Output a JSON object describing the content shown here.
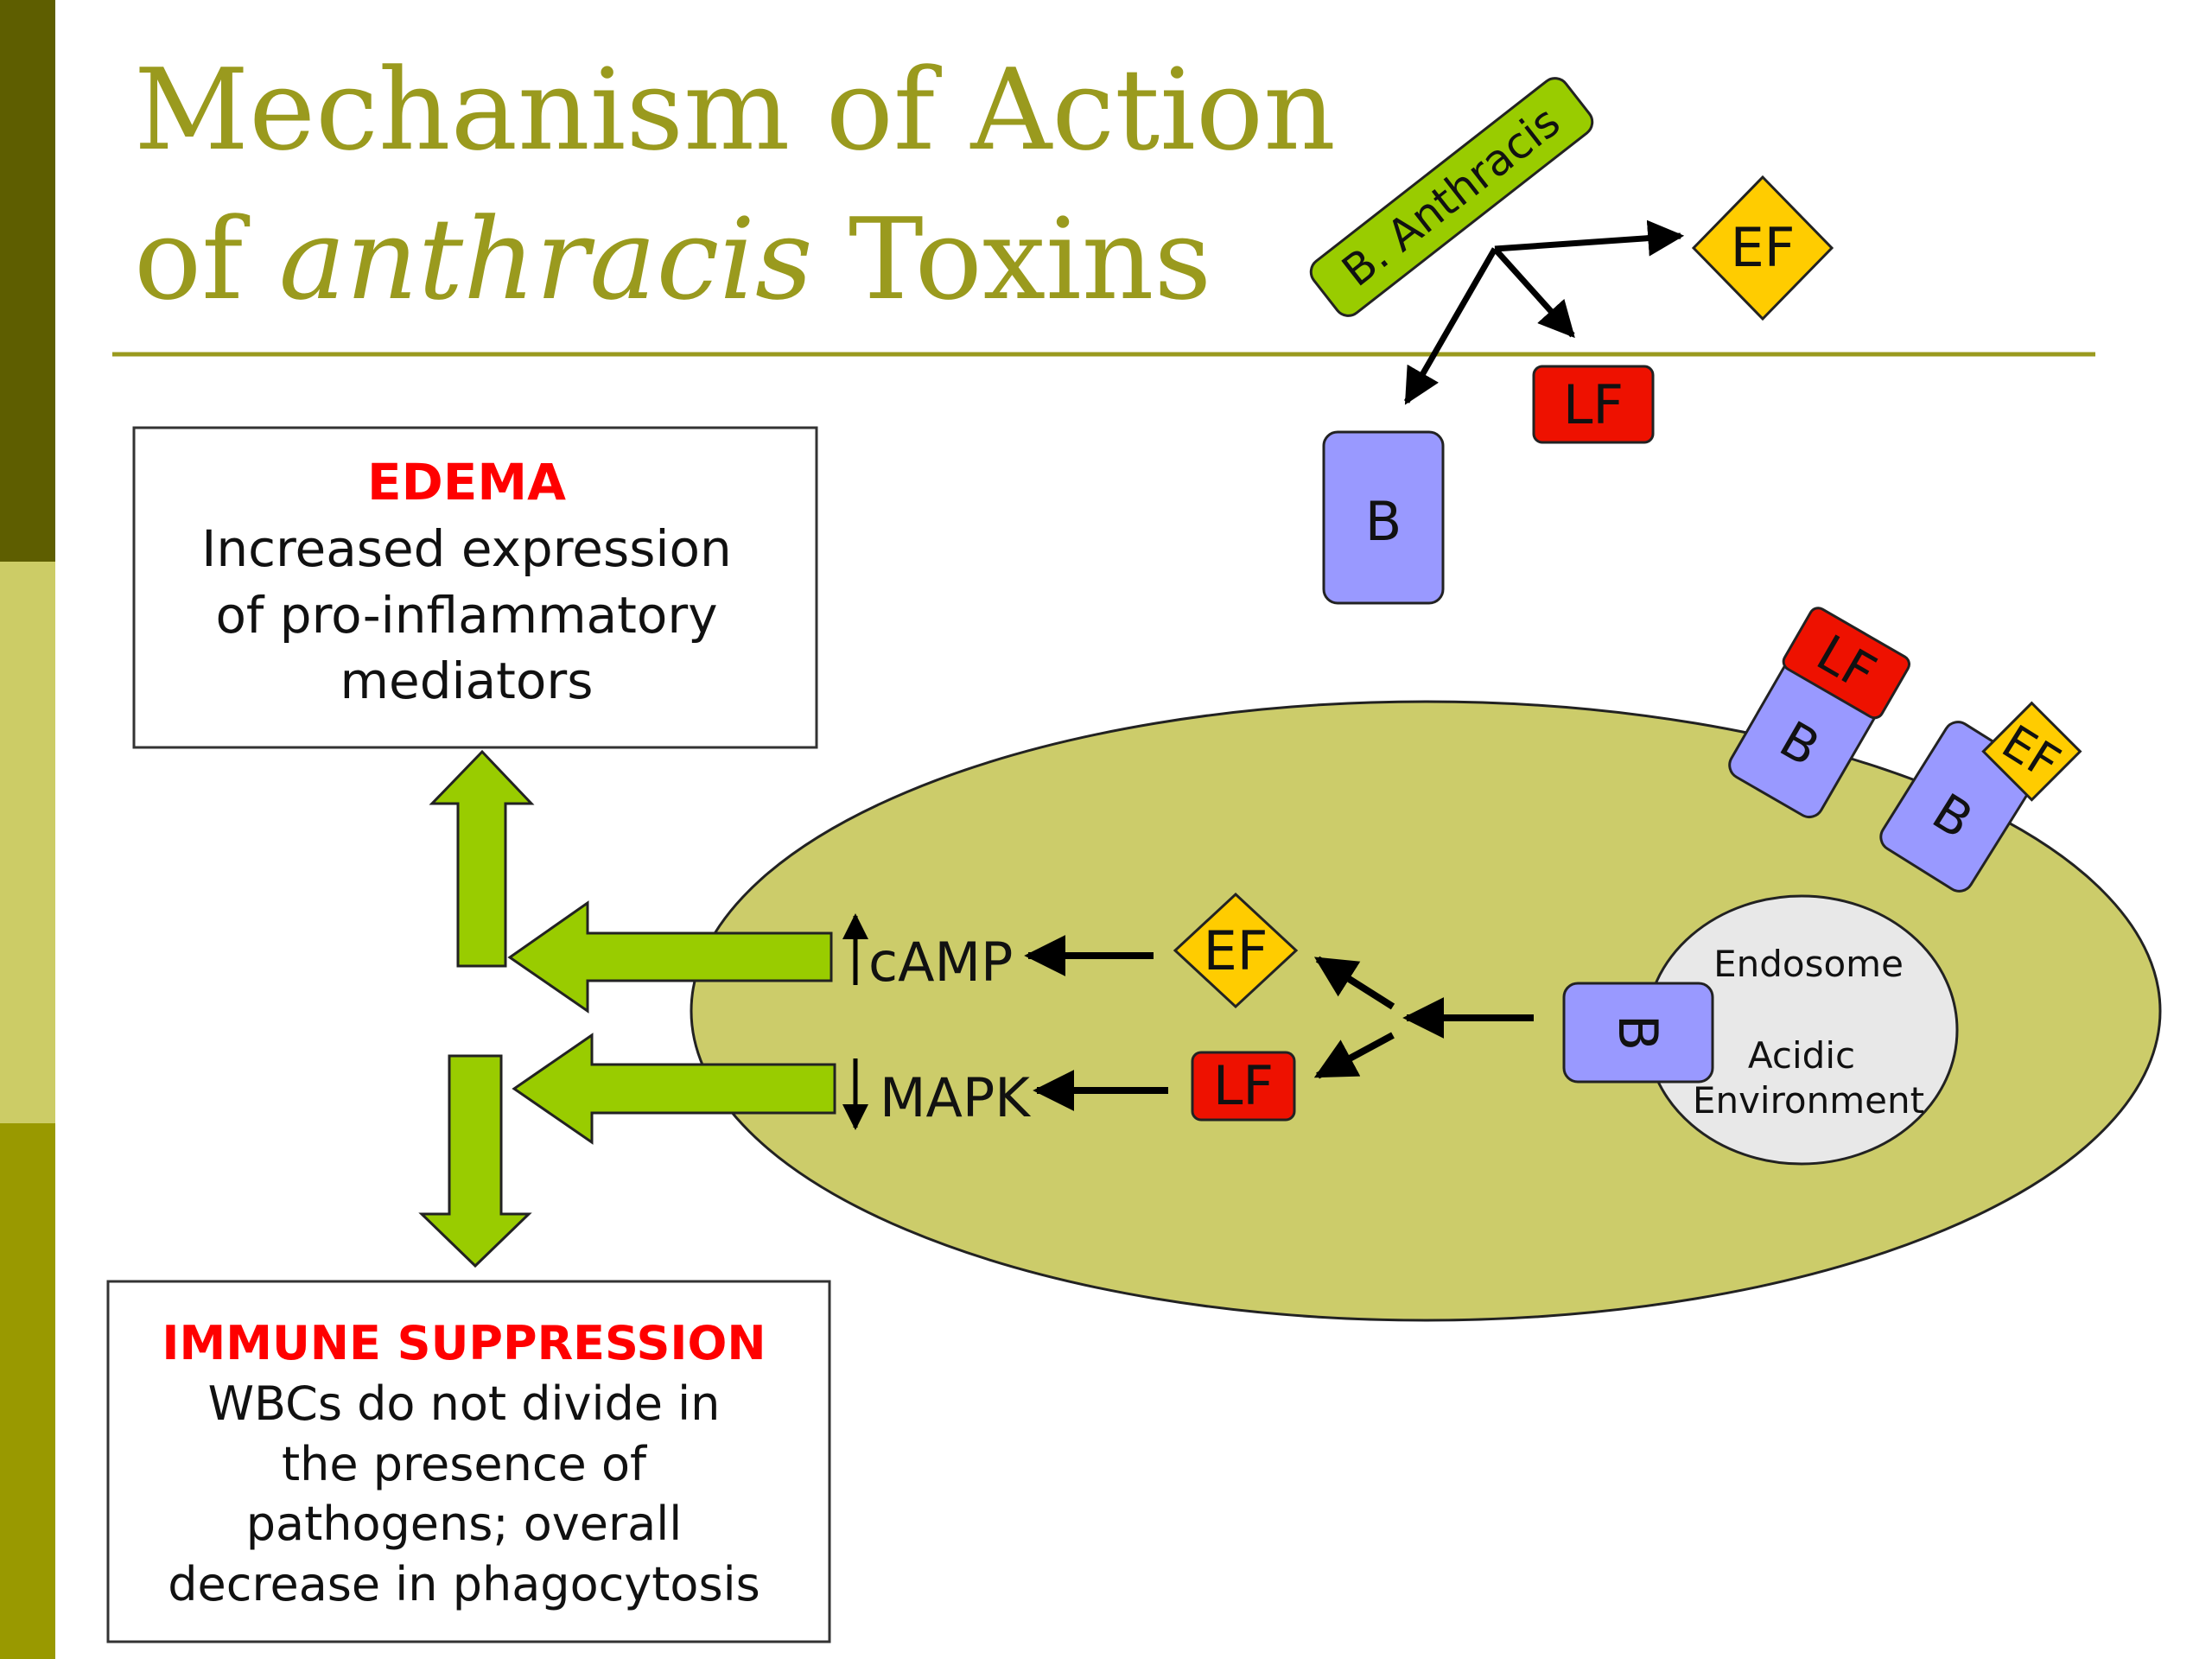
{
  "title": {
    "line1": "Mechanism of Action",
    "line2_prefix": "of ",
    "line2_italic": "anthracis",
    "line2_suffix": " Toxins"
  },
  "bacterium_label": "B. Anthracis",
  "toxins": {
    "ef": "EF",
    "lf": "LF",
    "b": "B"
  },
  "edema_box": {
    "heading": "EDEMA",
    "lines": [
      "Increased expression",
      "of pro-inflammatory",
      "mediators"
    ]
  },
  "immune_box": {
    "heading": "IMMUNE SUPPRESSION",
    "lines": [
      "WBCs do not divide in",
      "the presence of",
      "pathogens; overall",
      "decrease in phagocytosis"
    ]
  },
  "endosome": {
    "label": "Endosome",
    "env_line1": "Acidic",
    "env_line2": "Environment"
  },
  "signals": {
    "camp": "cAMP",
    "mapk": "MAPK"
  },
  "colors": {
    "accent_olive": "#9a9a1e",
    "bar_dark": "#5e5e00",
    "bar_light": "#cccc66",
    "bar_mid": "#999900",
    "cell": "#cccc6a",
    "arrow_green": "#99cc00",
    "ef_yellow": "#ffcc00",
    "lf_red": "#ee1100",
    "b_blue": "#9999ff",
    "heading_red": "#ff0000",
    "endosome_gray": "#e8e8e8"
  }
}
